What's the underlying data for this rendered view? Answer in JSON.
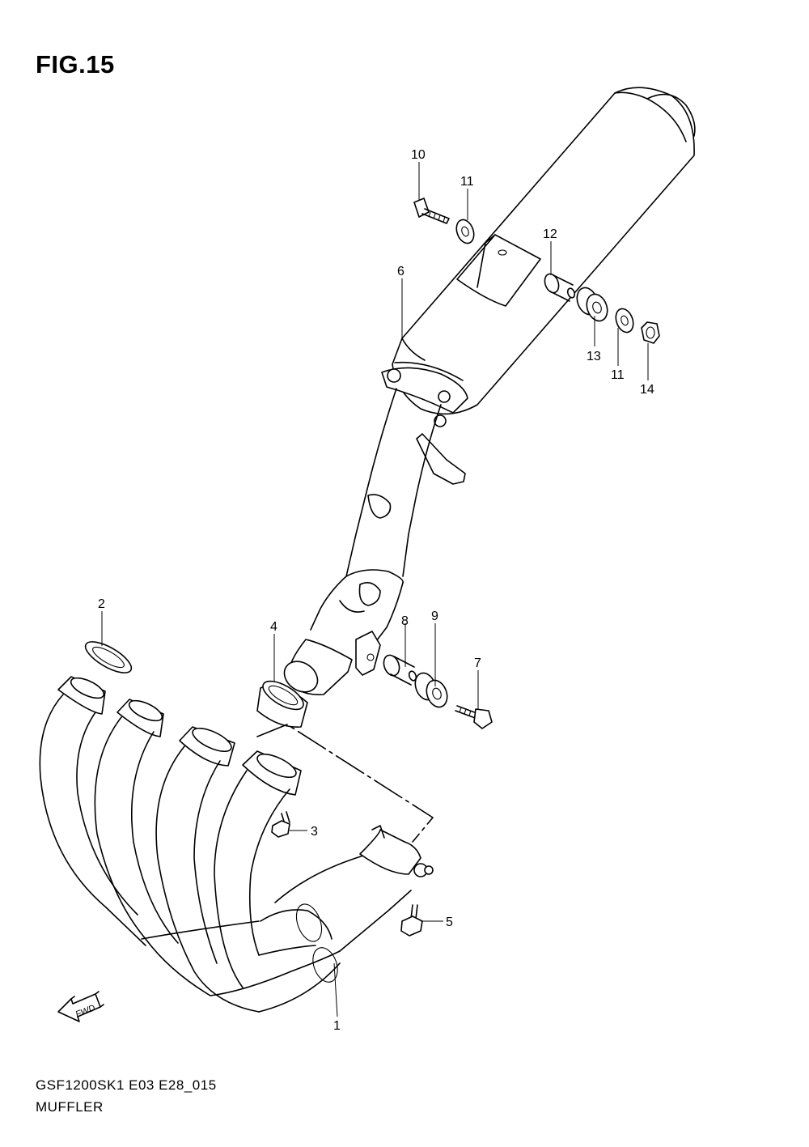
{
  "figure": {
    "title": "FIG.15",
    "model_code": "GSF1200SK1  E03  E28_015",
    "section_name": "MUFFLER",
    "fwd_label": "FWD"
  },
  "callouts": [
    "1",
    "2",
    "3",
    "4",
    "5",
    "6",
    "7",
    "8",
    "9",
    "10",
    "11",
    "11",
    "12",
    "13",
    "14"
  ]
}
